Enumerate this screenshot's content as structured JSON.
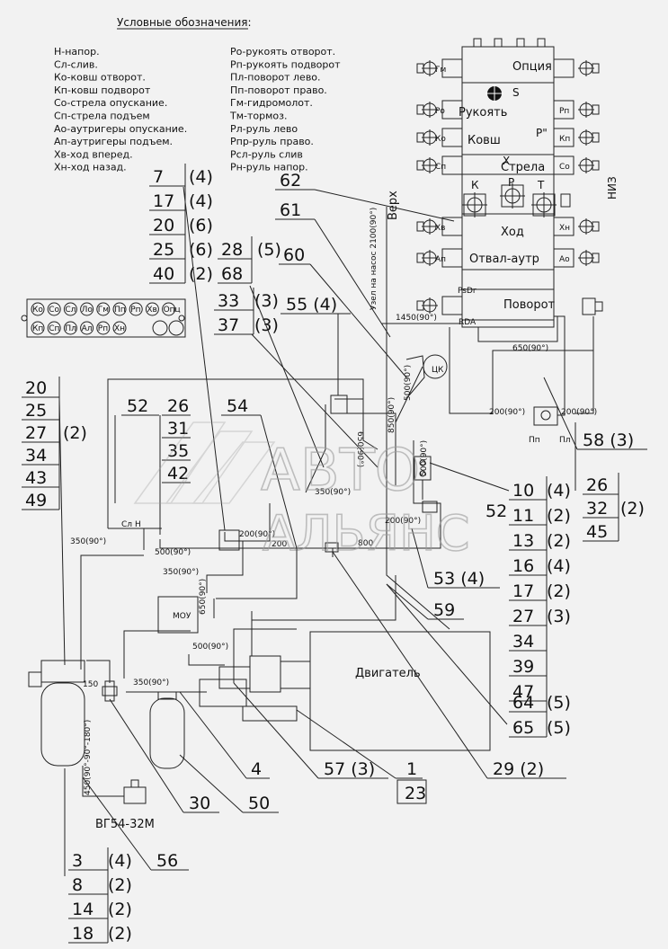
{
  "legend": {
    "title": "Условные обозначения:",
    "col1": [
      "Н-напор.",
      "Сл-слив.",
      "Ко-ковш отворот.",
      "Кп-ковш подворот",
      "Со-стрела опускание.",
      "Сп-стрела подъем",
      "Ао-аутригеры опускание.",
      "Ап-аутригеры подъем.",
      "Хв-ход вперед.",
      "Хн-ход назад."
    ],
    "col2": [
      "Ро-рукоять отворот.",
      "Рп-рукоять подворот",
      "Пл-поворот лево.",
      "Пп-поворот право.",
      "Гм-гидромолот.",
      "Тм-тормоз.",
      "Рл-руль лево",
      "Рпр-руль право.",
      "Рсл-руль слив",
      "Рн-руль напор."
    ]
  },
  "valve_block": {
    "sections": [
      "Опция",
      "Рукоять",
      "Ковш",
      "Стрела",
      "Ход",
      "Отвал-аутр",
      "Поворот"
    ],
    "port_left": [
      "Гм",
      "Ро",
      "Ко",
      "Сп",
      "Хв",
      "Ап"
    ],
    "port_right": [
      "Рп",
      "Кп",
      "Со",
      "Хн",
      "Ао"
    ],
    "letters": {
      "s": "S",
      "pp": "Р\"",
      "x": "X",
      "k": "К",
      "p": "Р",
      "t": "Т"
    },
    "psdr": "PsDr",
    "rda": "RDA",
    "side_label": "НИЗ",
    "top_label": "Верх",
    "hose_label": "Узел на насос 2100(90°)"
  },
  "strip_labels": [
    "Ко",
    "Со",
    "Сл",
    "Ло",
    "Гм",
    "Пп",
    "Рп",
    "Хв",
    "Опц",
    "Кп",
    "Сп",
    "Пл",
    "Ал",
    "Рп",
    "Хн"
  ],
  "stacks": {
    "left_top": [
      {
        "n": "7",
        "q": "(4)"
      },
      {
        "n": "17",
        "q": "(4)"
      },
      {
        "n": "20",
        "q": "(6)"
      },
      {
        "n": "25",
        "q": "(6)"
      },
      {
        "n": "40",
        "q": "(2)"
      }
    ],
    "left_mid": [
      {
        "n": "20",
        "q": ""
      },
      {
        "n": "25",
        "q": ""
      },
      {
        "n": "27",
        "q": "(2)"
      },
      {
        "n": "34",
        "q": ""
      },
      {
        "n": "43",
        "q": ""
      },
      {
        "n": "49",
        "q": ""
      }
    ],
    "mid": [
      {
        "n": "28",
        "q": "(5)"
      },
      {
        "n": "68",
        "q": ""
      }
    ],
    "mid2": [
      {
        "n": "33",
        "q": "(3)"
      },
      {
        "n": "37",
        "q": "(3)"
      }
    ],
    "right": [
      {
        "n": "10",
        "q": "(4)"
      },
      {
        "n": "11",
        "q": "(2)"
      },
      {
        "n": "13",
        "q": "(2)"
      },
      {
        "n": "16",
        "q": "(4)"
      },
      {
        "n": "17",
        "q": "(2)"
      },
      {
        "n": "27",
        "q": "(3)"
      },
      {
        "n": "34",
        "q": ""
      },
      {
        "n": "39",
        "q": ""
      },
      {
        "n": "47",
        "q": ""
      }
    ],
    "right2": [
      {
        "n": "26",
        "q": ""
      },
      {
        "n": "32",
        "q": "(2)"
      },
      {
        "n": "45",
        "q": ""
      }
    ],
    "right3": [
      {
        "n": "64",
        "q": "(5)"
      },
      {
        "n": "65",
        "q": "(5)"
      }
    ],
    "bottom": [
      {
        "n": "3",
        "q": "(4)"
      },
      {
        "n": "8",
        "q": "(2)"
      },
      {
        "n": "14",
        "q": "(2)"
      },
      {
        "n": "18",
        "q": "(2)"
      }
    ]
  },
  "callouts": {
    "c52": "52",
    "c26": "26",
    "c31": "31",
    "c35": "35",
    "c42": "42",
    "c54": "54",
    "c62": "62",
    "c61": "61",
    "c60": "60",
    "c55": "55 (4)",
    "c58": "58 (3)",
    "c53": "53 (4)",
    "c59": "59",
    "c29": "29 (2)",
    "c57": "57 (3)",
    "c1": "1",
    "c23": "23",
    "c4": "4",
    "c50": "50",
    "c30": "30",
    "c56": "56",
    "c52b": "52"
  },
  "dims": {
    "d1450": "1450(90°)",
    "d650": "650(90°)",
    "d200a": "200(90°)",
    "d200b": "200(90°)",
    "d850": "850(90°)",
    "d500a": "500(90°)",
    "d350a": "350(90°)",
    "d650b": "650(90°)",
    "d350b": "350(90°)",
    "d500b": "500(90°)",
    "d200c": "200(90°)",
    "d200d": "200",
    "d800": "800",
    "d350c": "350(90°)",
    "d200e": "200(90°)",
    "d500c": "500(90°)",
    "d150": "150",
    "d500d": "500(90°)",
    "d350d": "350(90°)",
    "d450": "450(90°-90°-180°)",
    "d650c": "650(90°)"
  },
  "components": {
    "engine": "Двигатель",
    "mou": "МОУ",
    "filter": "ВГ54-32М",
    "ts_label": "ЦК",
    "pp_small": "Пп",
    "pl_small": "Пл",
    "cl_small": "Сл",
    "n_small": "Н",
    "psdr": "PsDr"
  },
  "watermark": {
    "line1": "АВТО",
    "line2": "АЛЬЯНС"
  }
}
